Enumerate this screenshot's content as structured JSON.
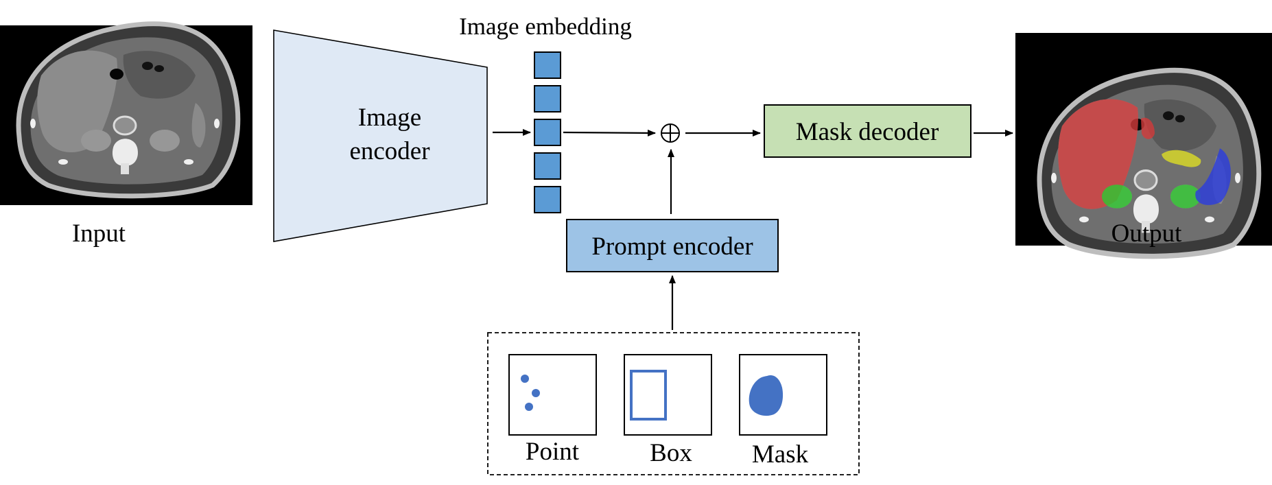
{
  "labels": {
    "input": "Input",
    "output": "Output",
    "image_embedding": "Image embedding",
    "image_encoder_line1": "Image",
    "image_encoder_line2": "encoder",
    "combine_symbol": "⊕",
    "mask_decoder": "Mask decoder",
    "prompt_encoder": "Prompt encoder"
  },
  "prompts": [
    {
      "label": "Point"
    },
    {
      "label": "Box"
    },
    {
      "label": "Mask"
    }
  ],
  "icons": {
    "input_image": "ct-scan-image",
    "output_image": "segmented-ct-scan-image",
    "point_prompt": "points-icon",
    "box_prompt": "box-icon",
    "mask_prompt": "mask-blob-icon"
  },
  "colors": {
    "image_encoder_fill": "#dfe9f5",
    "embedding_cell_fill": "#5b9bd5",
    "mask_decoder_fill": "#c6e0b4",
    "prompt_encoder_fill": "#9dc3e6",
    "prompt_glyph": "#4472c4",
    "seg_red": "#d23b3b",
    "seg_green": "#33c233",
    "seg_yellow": "#d7d72a",
    "seg_blue": "#2f3fd8"
  }
}
